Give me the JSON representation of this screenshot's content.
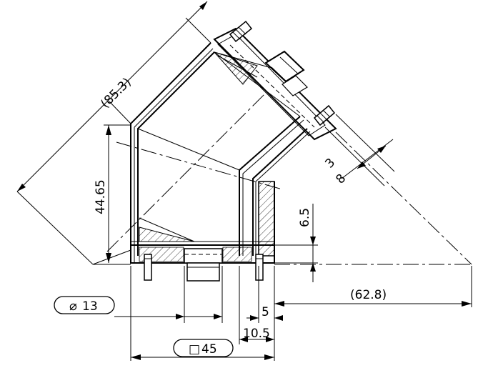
{
  "dimensions": {
    "diagonal": "(85.3)",
    "height": "44.65",
    "small_a": "3",
    "small_b": "8",
    "step": "6.5",
    "base_offset": "(62.8)",
    "inset": "5",
    "inset_b": "10.5"
  },
  "callouts": {
    "diameter": {
      "symbol": "⌀",
      "value": "13"
    },
    "square": {
      "symbol": "□",
      "value": "45"
    }
  }
}
